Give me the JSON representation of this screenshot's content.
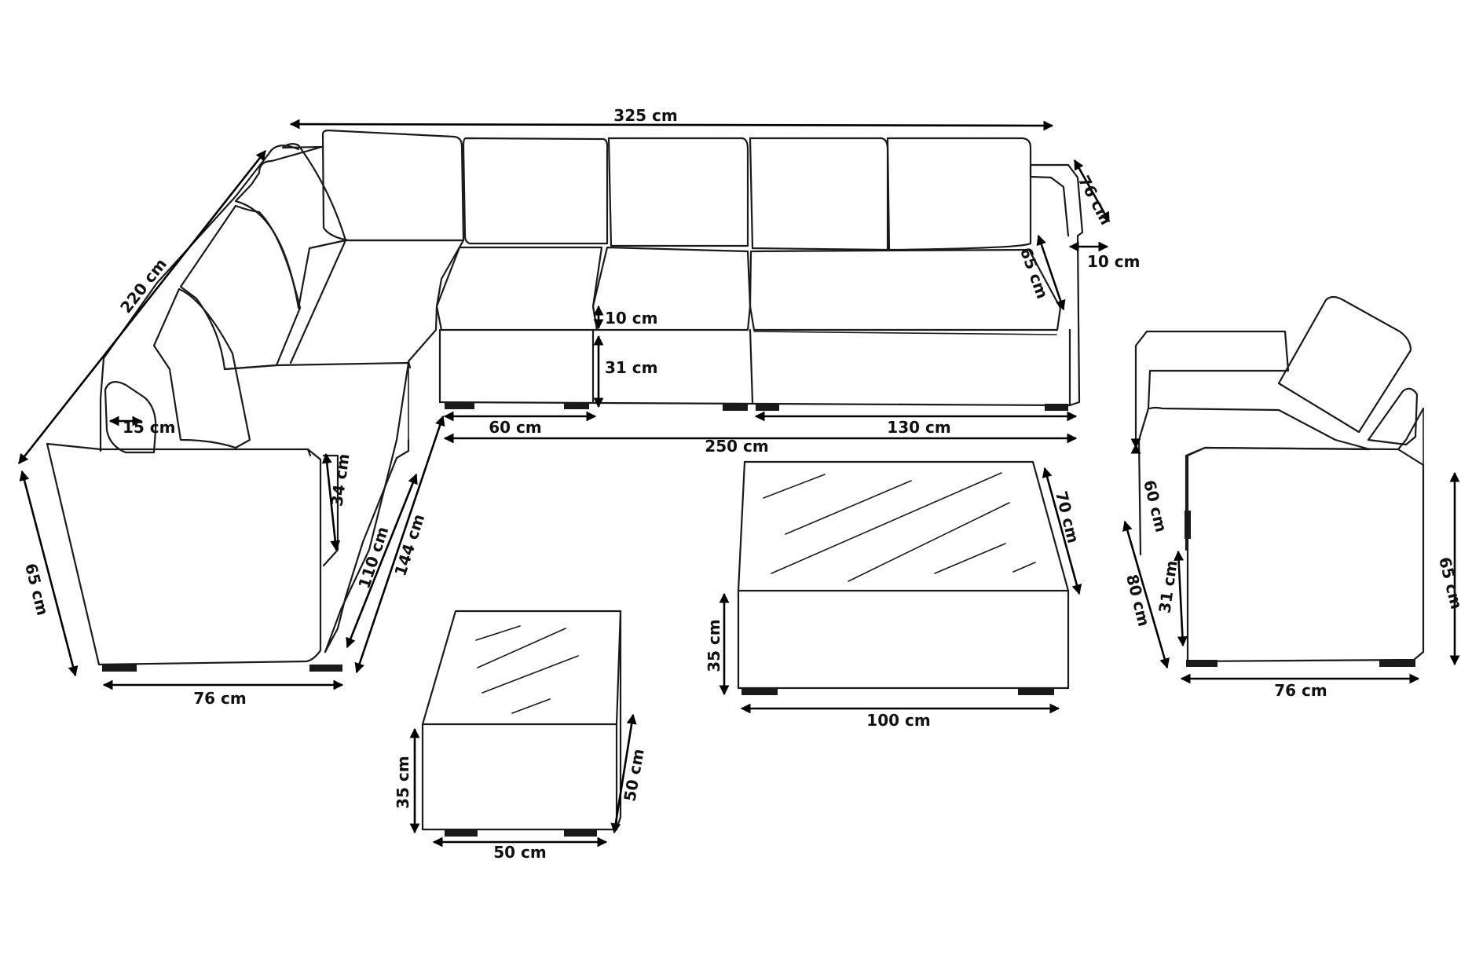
{
  "dimensions": {
    "corner_sofa_total_width": "325 cm",
    "corner_sofa_side_length": "220 cm",
    "sofa_arm_depth": "76 cm",
    "armrest_width": "10 cm",
    "sofa_seat_depth": "65 cm",
    "cushion_thickness": "10 cm",
    "seat_height": "31 cm",
    "middle_module_width": "60 cm",
    "end_module_width": "130 cm",
    "front_length": "250 cm",
    "back_cushion_depth": "15 cm",
    "side_arm_height": "34 cm",
    "side_inner_length": "110 cm",
    "side_outer_length": "144 cm",
    "sofa_height": "65 cm",
    "side_end_width": "76 cm",
    "small_table_height": "35 cm",
    "small_table_depth": "50 cm",
    "small_table_width": "50 cm",
    "coffee_table_depth": "70 cm",
    "coffee_table_height": "35 cm",
    "coffee_table_width": "100 cm",
    "armchair_seat_depth": "60 cm",
    "armchair_seat_height": "31 cm",
    "armchair_depth": "80 cm",
    "armchair_height": "65 cm",
    "armchair_width": "76 cm"
  }
}
